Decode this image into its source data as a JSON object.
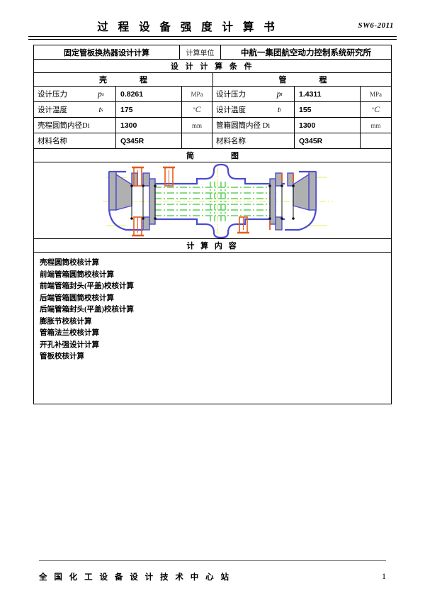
{
  "header": {
    "title": "过 程 设 备 强 度 计 算 书",
    "code": "SW6-2011"
  },
  "table": {
    "title_main": "固定管板换热器设计计算",
    "unit_label": "计算单位",
    "company": "中航一集团航空动力控制系统研究所",
    "design_conditions_header": "设 计 计 算 条 件",
    "shell_side_header_left": "壳",
    "shell_side_header_right": "程",
    "tube_side_header_left": "管",
    "tube_side_header_right": "程",
    "shell": {
      "pressure_label": "设计压力",
      "pressure_symbol": "p",
      "pressure_subscript": "s",
      "pressure_value": "0.8261",
      "pressure_unit": "MPa",
      "temperature_label": "设计温度",
      "temperature_symbol": "t",
      "temperature_subscript": "s",
      "temperature_value": "175",
      "temperature_unit": "C",
      "diameter_label": "壳程圆筒内径Di",
      "diameter_value": "1300",
      "diameter_unit": "mm",
      "material_label": "材料名称",
      "material_value": "Q345R",
      "material_unit": ""
    },
    "tube": {
      "pressure_label": "设计压力",
      "pressure_symbol": "p",
      "pressure_subscript": "t",
      "pressure_value": "1.4311",
      "pressure_unit": "MPa",
      "temperature_label": "设计温度",
      "temperature_symbol": "t",
      "temperature_subscript": "t",
      "temperature_value": "155",
      "temperature_unit": "C",
      "diameter_label": "管箱圆筒内径 Di",
      "diameter_value": "1300",
      "diameter_unit": "mm",
      "material_label": "材料名称",
      "material_value": "Q345R",
      "material_unit": ""
    },
    "diagram_header_left": "简",
    "diagram_header_right": "图",
    "calc_content_header": "计 算 内 容",
    "calc_items": [
      "壳程圆筒校核计算",
      "前端管箱圆筒校核计算",
      "前端管箱封头(平盖)校核计算",
      "后端管箱圆筒校核计算",
      "后端管箱封头(平盖)校核计算",
      "膨胀节校核计算",
      "管箱法兰校核计算",
      "开孔补强设计计算",
      "管板校核计算"
    ]
  },
  "diagram": {
    "name": "fixed-tubesheet-heat-exchanger-schematic",
    "colors": {
      "body": "#4a4ad0",
      "flange_fill": "#b0b0b0",
      "nozzle": "#e85a18",
      "tube_lines": "#5ad05a",
      "centerline": "#e8e85a"
    }
  },
  "footer": {
    "organization": "全 国 化 工 设 备 设 计 技 术 中 心 站",
    "page_number": "1"
  }
}
